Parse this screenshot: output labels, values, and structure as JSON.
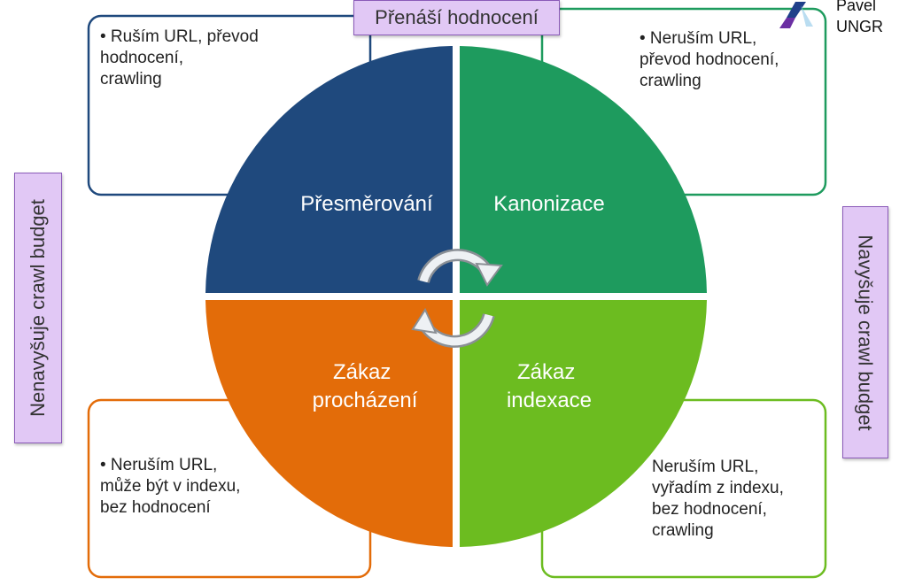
{
  "top_label": "Přenáší hodnocení",
  "left_label": "Nenavyšuje crawl budget",
  "right_label": "Navyšuje crawl budget",
  "logo": {
    "name": "Pavel\nUNGR"
  },
  "quadrants": [
    {
      "id": "tl",
      "label": "Přesměrování",
      "color": "#1f497d"
    },
    {
      "id": "tr",
      "label": "Kanonizace",
      "color": "#1e9b5e"
    },
    {
      "id": "bl",
      "label": "Zákaz\nprocházení",
      "color": "#e36c09"
    },
    {
      "id": "br",
      "label": "Zákaz\nindexace",
      "color": "#6cbc20"
    }
  ],
  "boxes": [
    {
      "id": "tl",
      "text": "• Ruším URL, převod\n  hodnocení,\n  crawling",
      "border": "#1f497d"
    },
    {
      "id": "tr",
      "text": "• Neruším URL,\n  převod hodnocení,\n  crawling",
      "border": "#1e9b5e"
    },
    {
      "id": "bl",
      "text": "• Neruším URL,\n  může být v indexu,\n  bez hodnocení",
      "border": "#e36c09"
    },
    {
      "id": "br",
      "text": "Neruším URL,\nvyřadím z indexu,\nbez hodnocení,\ncrawling",
      "border": "#6cbc20"
    }
  ]
}
